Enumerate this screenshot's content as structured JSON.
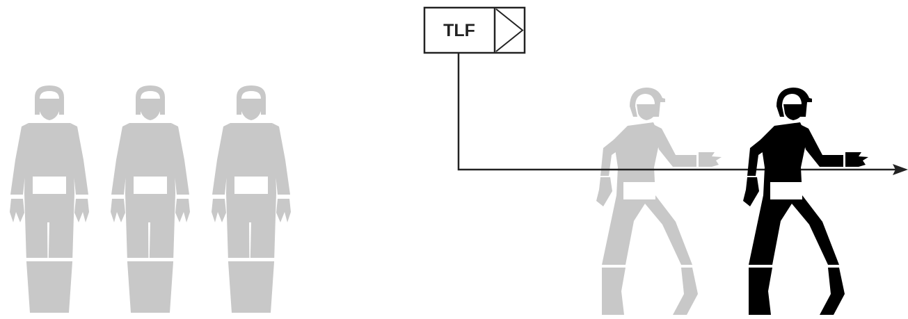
{
  "vehicle": {
    "label": "TLF"
  },
  "colors": {
    "inactive": "#c8c8c8",
    "active": "#000000",
    "line": "#222222",
    "background": "#ffffff"
  },
  "figures": {
    "standing_count": 3,
    "walking": [
      "inactive",
      "active"
    ]
  }
}
